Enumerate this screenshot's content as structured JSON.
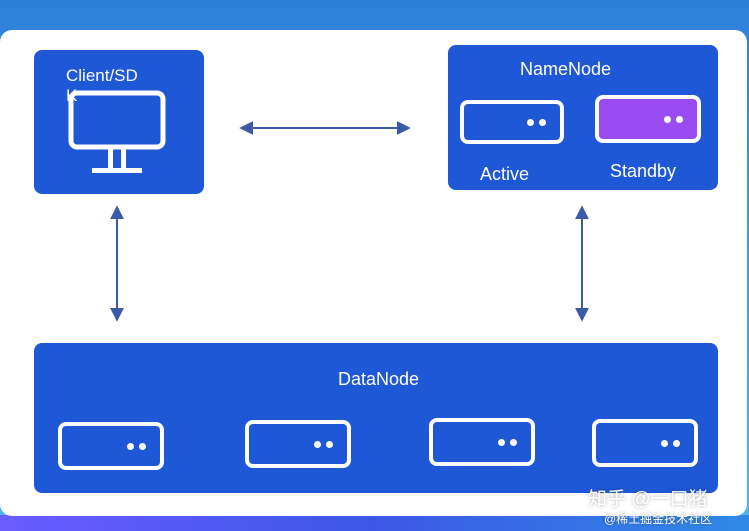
{
  "client": {
    "title_line1": "Client/SD",
    "title_line2": "K",
    "icon": "monitor-icon"
  },
  "namenode": {
    "title": "NameNode",
    "active_label": "Active",
    "standby_label": "Standby",
    "colors": {
      "panel": "#1f58d6",
      "standby": "#9a4cf2"
    }
  },
  "datanode": {
    "title": "DataNode",
    "server_count": 4
  },
  "arrows": {
    "color": "#3b5aa8"
  },
  "watermark": {
    "line1": "知乎 @一口猪",
    "line2": "@稀土掘金技术社区"
  }
}
